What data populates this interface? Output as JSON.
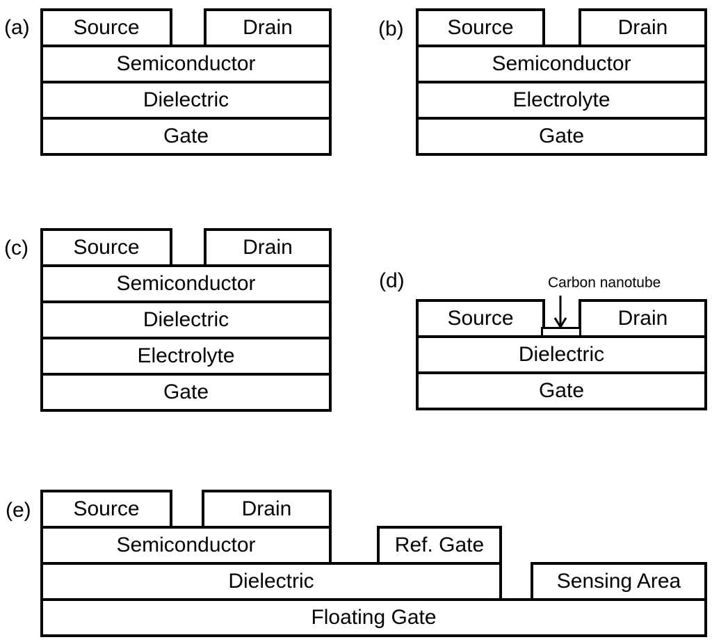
{
  "colors": {
    "background": "#ffffff",
    "line": "#000000",
    "text": "#000000"
  },
  "panels": {
    "a": {
      "label": "(a)",
      "layers": {
        "source": "Source",
        "drain": "Drain",
        "semiconductor": "Semiconductor",
        "dielectric": "Dielectric",
        "gate": "Gate"
      }
    },
    "b": {
      "label": "(b)",
      "layers": {
        "source": "Source",
        "drain": "Drain",
        "semiconductor": "Semiconductor",
        "electrolyte": "Electrolyte",
        "gate": "Gate"
      }
    },
    "c": {
      "label": "(c)",
      "layers": {
        "source": "Source",
        "drain": "Drain",
        "semiconductor": "Semiconductor",
        "dielectric": "Dielectric",
        "electrolyte": "Electrolyte",
        "gate": "Gate"
      }
    },
    "d": {
      "label": "(d)",
      "annotation": "Carbon nanotube",
      "layers": {
        "source": "Source",
        "drain": "Drain",
        "dielectric": "Dielectric",
        "gate": "Gate"
      }
    },
    "e": {
      "label": "(e)",
      "layers": {
        "source": "Source",
        "drain": "Drain",
        "semiconductor": "Semiconductor",
        "ref_gate": "Ref. Gate",
        "dielectric": "Dielectric",
        "sensing_area": "Sensing Area",
        "floating_gate": "Floating Gate"
      }
    }
  }
}
